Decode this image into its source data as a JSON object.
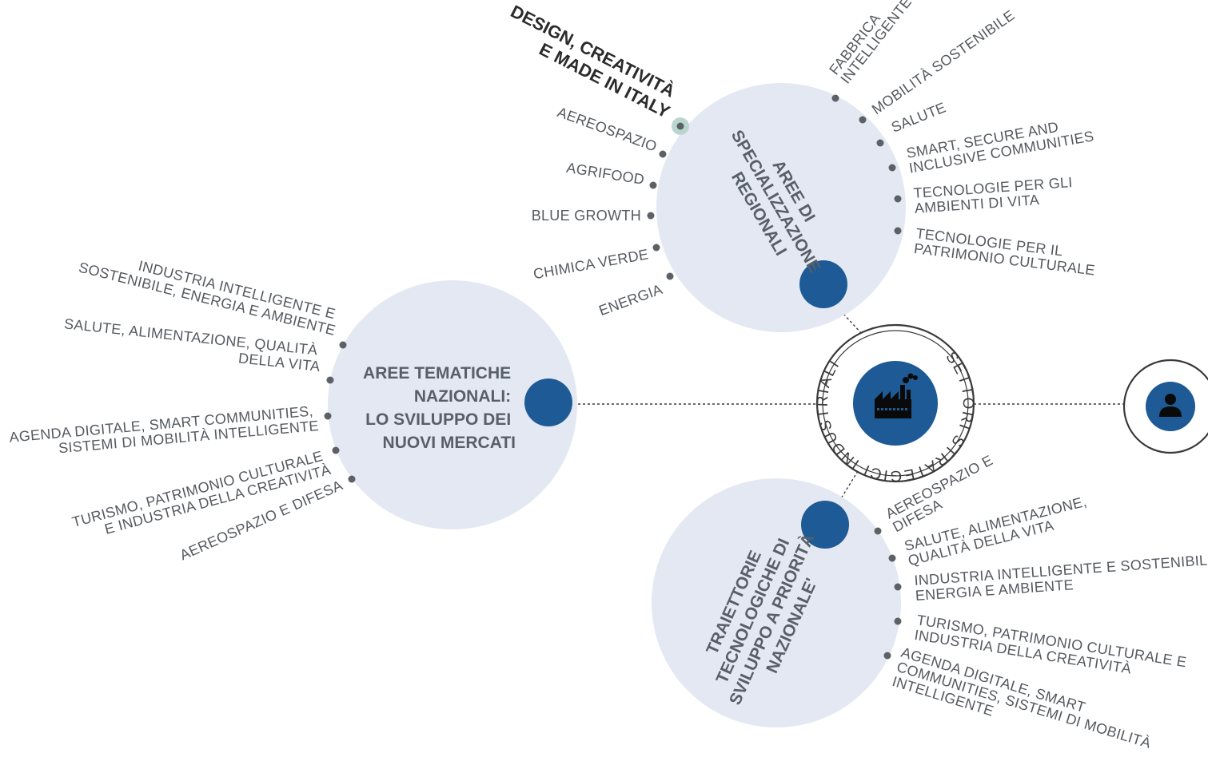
{
  "center": {
    "label": "SETTORI STRATEGICI INDUSTRIALI",
    "icon": "factory-icon"
  },
  "right_node": {
    "icon": "person-icon"
  },
  "hubs": {
    "nazionali": {
      "title": [
        "AREE TEMATICHE",
        "NAZIONALI:",
        "LO SVILUPPO DEI",
        "NUOVI MERCATI"
      ],
      "items": [
        [
          "INDUSTRIA INTELLIGENTE  E",
          "SOSTENIBILE, ENERGIA E AMBIENTE"
        ],
        [
          "SALUTE, ALIMENTAZIONE, QUALITÀ",
          "DELLA VITA"
        ],
        [
          "AGENDA DIGITALE, SMART COMMUNITIES,",
          "SISTEMI DI MOBILITÀ INTELLIGENTE"
        ],
        [
          "TURISMO, PATRIMONIO CULTURALE",
          "E INDUSTRIA DELLA CREATIVITÀ"
        ],
        [
          "AEREOSPAZIO E DIFESA"
        ]
      ]
    },
    "regionali": {
      "title": [
        "AREE DI",
        "SPECIALIZZAZIONE",
        "REGIONALI"
      ],
      "featured": [
        "DESIGN, CREATIVITÀ",
        "E MADE IN ITALY"
      ],
      "left_items": [
        "AEREOSPAZIO",
        "AGRIFOOD",
        "BLUE GROWTH",
        "CHIMICA VERDE",
        "ENERGIA"
      ],
      "right_items": [
        [
          "FABBRICA",
          "INTELLIGENTE"
        ],
        [
          "MOBILITÀ SOSTENIBILE"
        ],
        [
          "SALUTE"
        ],
        [
          "SMART, SECURE AND",
          "INCLUSIVE COMMUNITIES"
        ],
        [
          "TECNOLOGIE PER GLI",
          "AMBIENTI DI VITA"
        ],
        [
          "TECNOLOGIE PER IL",
          "PATRIMONIO CULTURALE"
        ]
      ]
    },
    "traiettorie": {
      "title": [
        "TRAIETTORIE",
        "TECNOLOGICHE DI",
        "SVILUPPO A PRIORITÀ",
        "NAZIONALE'"
      ],
      "items": [
        [
          "AEREOSPAZIO E",
          "DIFESA"
        ],
        [
          "SALUTE, ALIMENTAZIONE,",
          "QUALITÀ DELLA VITA"
        ],
        [
          "INDUSTRIA INTELLIGENTE E SOSTENIBILE,",
          "ENERGIA E AMBIENTE"
        ],
        [
          "TURISMO, PATRIMONIO CULTURALE E",
          "INDUSTRIA DELLA CREATIVITÀ"
        ],
        [
          "AGENDA DIGITALE, SMART",
          "COMMUNITIES, SISTEMI DI MOBILITÀ",
          "INTELLIGENTE"
        ]
      ]
    }
  },
  "colors": {
    "bubble": "#e3e8f3",
    "node": "#1e5a95",
    "dot": "#5d6166",
    "featured_dot": "#b9d6cf",
    "text": "#555a60"
  }
}
